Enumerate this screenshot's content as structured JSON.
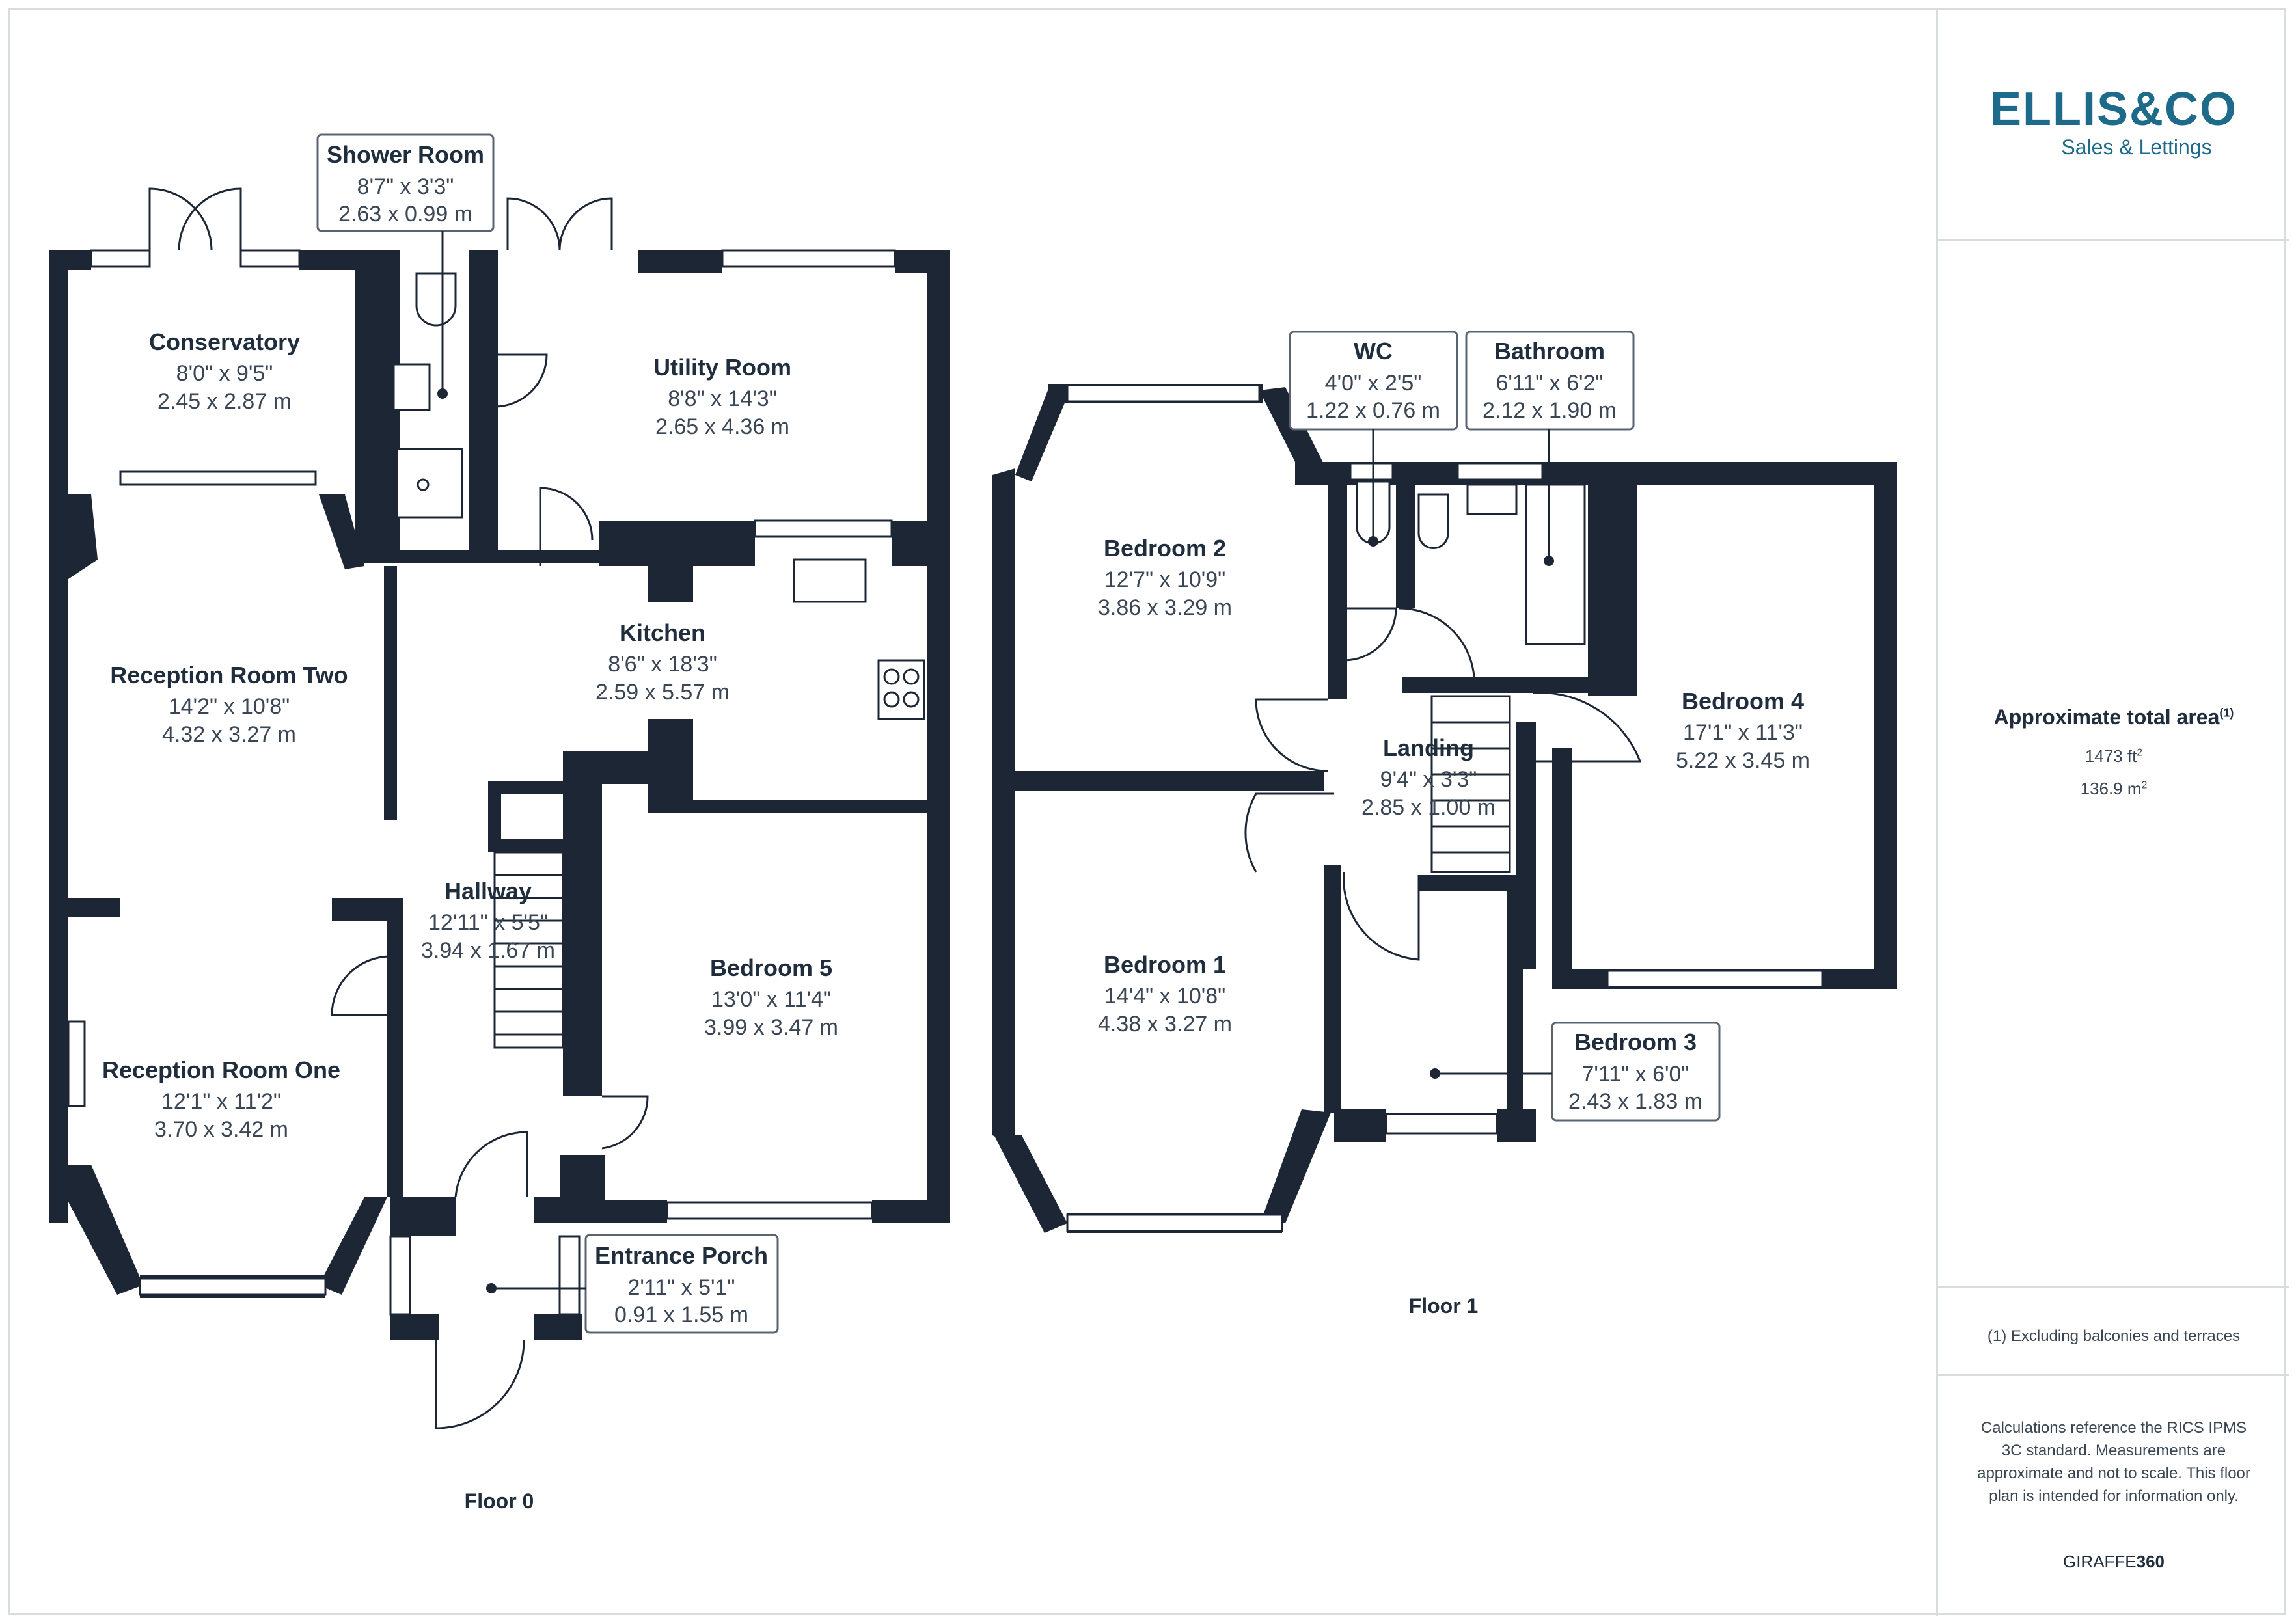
{
  "brand": {
    "logo_main": "ELLIS&CO",
    "logo_sub": "Sales & Lettings",
    "color": "#1e6a8a"
  },
  "area": {
    "title": "Approximate total area",
    "title_sup": "(1)",
    "sqft": "1473 ft",
    "sqft_sup": "2",
    "sqm": "136.9 m",
    "sqm_sup": "2"
  },
  "footnote": "(1) Excluding balconies and terraces",
  "disclaimer": "Calculations reference the RICS IPMS 3C standard. Measurements are approximate and not to scale. This floor plan is intended for information only.",
  "provider": {
    "prefix": "GIRAFFE",
    "suffix": "360"
  },
  "floors": {
    "ground": "Floor 0",
    "first": "Floor 1"
  },
  "rooms": {
    "conservatory": {
      "name": "Conservatory",
      "imperial": "8'0\" x 9'5\"",
      "metric": "2.45 x 2.87 m"
    },
    "shower_room": {
      "name": "Shower Room",
      "imperial": "8'7\" x 3'3\"",
      "metric": "2.63 x 0.99 m"
    },
    "utility_room": {
      "name": "Utility Room",
      "imperial": "8'8\" x 14'3\"",
      "metric": "2.65 x 4.36 m"
    },
    "kitchen": {
      "name": "Kitchen",
      "imperial": "8'6\" x 18'3\"",
      "metric": "2.59 x 5.57 m"
    },
    "reception_two": {
      "name": "Reception Room Two",
      "imperial": "14'2\" x 10'8\"",
      "metric": "4.32 x 3.27 m"
    },
    "hallway": {
      "name": "Hallway",
      "imperial": "12'11\" x 5'5\"",
      "metric": "3.94 x 1.67 m"
    },
    "bedroom5": {
      "name": "Bedroom 5",
      "imperial": "13'0\" x 11'4\"",
      "metric": "3.99 x 3.47 m"
    },
    "reception_one": {
      "name": "Reception Room One",
      "imperial": "12'1\" x 11'2\"",
      "metric": "3.70 x 3.42 m"
    },
    "entrance_porch": {
      "name": "Entrance Porch",
      "imperial": "2'11\" x 5'1\"",
      "metric": "0.91 x 1.55 m"
    },
    "wc": {
      "name": "WC",
      "imperial": "4'0\" x 2'5\"",
      "metric": "1.22 x 0.76 m"
    },
    "bathroom": {
      "name": "Bathroom",
      "imperial": "6'11\" x 6'2\"",
      "metric": "2.12 x 1.90 m"
    },
    "bedroom2": {
      "name": "Bedroom 2",
      "imperial": "12'7\" x 10'9\"",
      "metric": "3.86 x 3.29 m"
    },
    "landing": {
      "name": "Landing",
      "imperial": "9'4\" x 3'3\"",
      "metric": "2.85 x 1.00 m"
    },
    "bedroom4": {
      "name": "Bedroom 4",
      "imperial": "17'1\" x 11'3\"",
      "metric": "5.22 x 3.45 m"
    },
    "bedroom1": {
      "name": "Bedroom 1",
      "imperial": "14'4\" x 10'8\"",
      "metric": "4.38 x 3.27 m"
    },
    "bedroom3": {
      "name": "Bedroom 3",
      "imperial": "7'11\" x 6'0\"",
      "metric": "2.43 x 1.83 m"
    }
  }
}
